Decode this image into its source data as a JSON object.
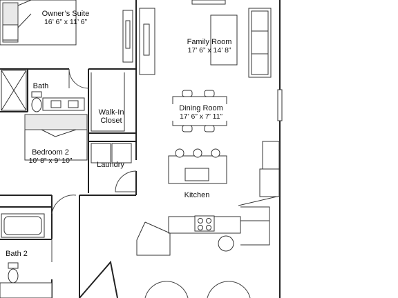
{
  "rooms": {
    "owners_suite": {
      "name": "Owner’s Suite",
      "dims": "16’ 6” x 11’ 6”"
    },
    "family_room": {
      "name": "Family Room",
      "dims": "17’ 6” x 14’ 8”"
    },
    "bath": {
      "name": "Bath"
    },
    "walk_in_closet": {
      "name": "Walk-In\nCloset"
    },
    "dining_room": {
      "name": "Dining Room",
      "dims": "17’ 6” x 7’ 11”"
    },
    "bedroom_2": {
      "name": "Bedroom 2",
      "dims": "10’ 8” x 9’ 10”"
    },
    "laundry": {
      "name": "Laundry"
    },
    "kitchen": {
      "name": "Kitchen"
    },
    "bath_2": {
      "name": "Bath 2"
    }
  }
}
